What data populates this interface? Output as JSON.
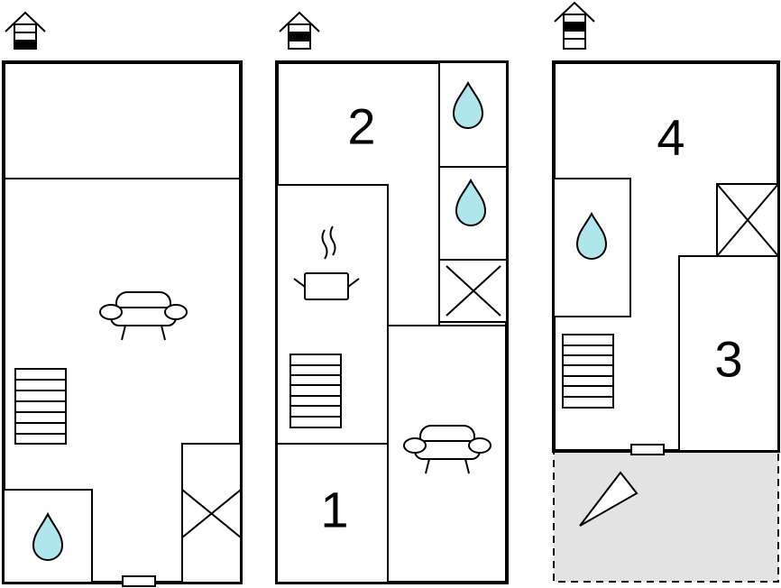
{
  "floors": [
    {
      "name": "floor-ground",
      "rooms": []
    },
    {
      "name": "floor-first",
      "rooms": [
        {
          "label": "2"
        },
        {
          "label": "1"
        }
      ]
    },
    {
      "name": "floor-second",
      "rooms": [
        {
          "label": "4"
        },
        {
          "label": "3"
        }
      ]
    }
  ],
  "colors": {
    "water": "#aee6ec",
    "terrace": "#e3e3e3",
    "wall": "#000000"
  },
  "icons": [
    "house-level-icon",
    "water-drop-icon",
    "sofa-icon",
    "stairs-icon",
    "cooking-pot-icon",
    "storage-cross-icon",
    "window-icon",
    "north-arrow-icon"
  ]
}
